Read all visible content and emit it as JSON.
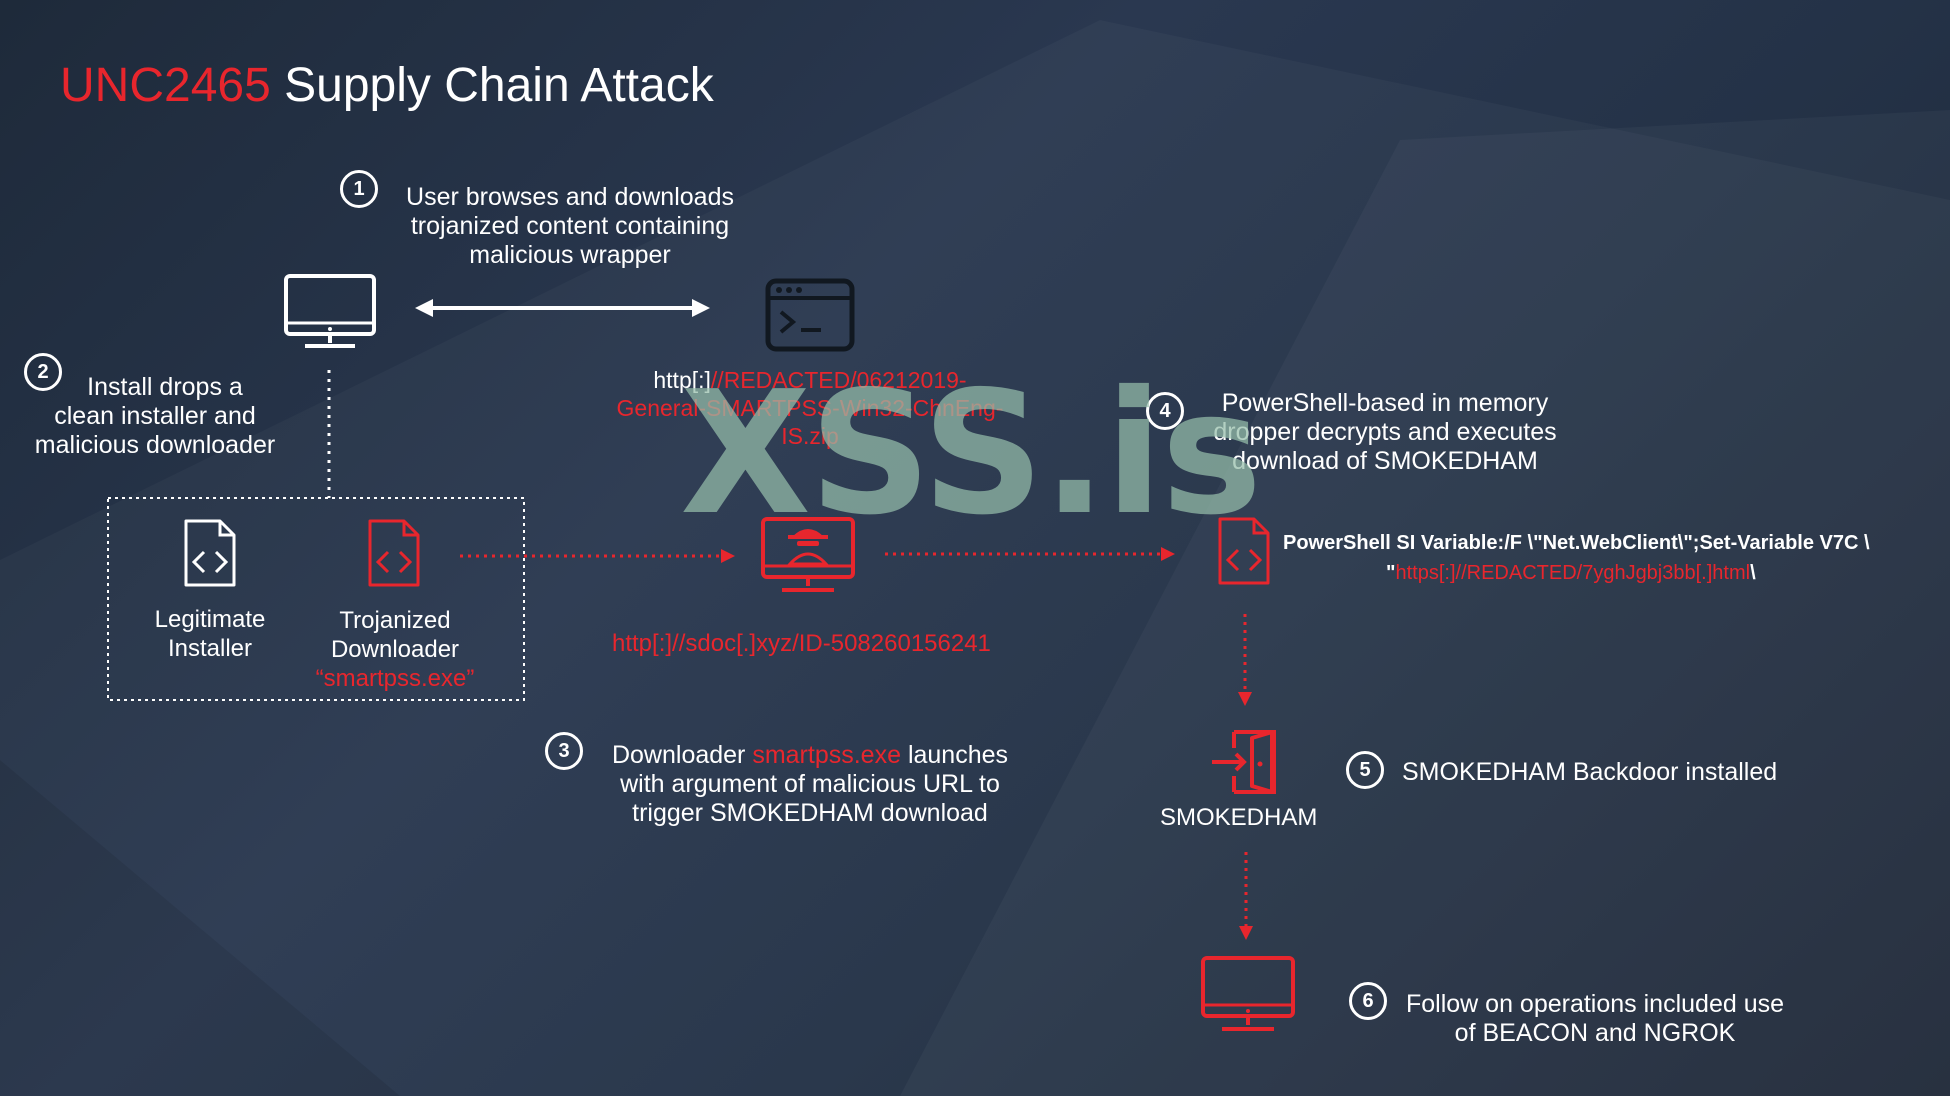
{
  "title": {
    "prefix": "UNC2465",
    "rest": " Supply Chain Attack"
  },
  "steps": [
    {
      "number": "1",
      "text_lines": [
        "User browses and downloads",
        "trojanized content containing",
        "malicious wrapper"
      ]
    },
    {
      "number": "2",
      "text_lines": [
        "Install drops a",
        "clean installer and",
        "malicious downloader"
      ]
    },
    {
      "number": "3",
      "text_lines": [
        [
          "Downloader ",
          "smartpss.exe",
          " launches"
        ],
        "with argument of malicious URL to",
        "trigger SMOKEDHAM download"
      ]
    },
    {
      "number": "4",
      "text_lines": [
        "PowerShell-based in memory",
        "dropper decrypts and executes",
        "download of SMOKEDHAM"
      ]
    },
    {
      "number": "5",
      "text": "SMOKEDHAM Backdoor installed"
    },
    {
      "number": "6",
      "text_lines": [
        "Follow on operations included use",
        "of BEACON and NGROK"
      ]
    }
  ],
  "installer_box": {
    "legit_label_lines": [
      "Legitimate",
      "Installer"
    ],
    "trojan_label_lines": [
      "Trojanized",
      "Downloader"
    ],
    "trojan_file": "“smartpss.exe”"
  },
  "download_url": {
    "white_part": "http[:]",
    "red_part_1": "//REDACTED/06212019-",
    "red_part_2": "General-SMARTPSS-Win32-ChnEng-",
    "red_part_3": "IS.zip"
  },
  "c2_url": "http[:]//sdoc[.]xyz/ID-508260156241",
  "powershell": {
    "line1": "PowerShell SI Variable:/F \\\"Net.WebClient\\\";Set-Variable V7C \\",
    "line2_prefix": "\"",
    "line2_red": "https[:]//REDACTED/7yghJgbj3bb[.]html",
    "line2_suffix": "\\"
  },
  "smokedham_label": "SMOKEDHAM",
  "watermark": "XSS.is",
  "colors": {
    "accent": "#e8262d",
    "text": "#ffffff",
    "background": "#243247"
  },
  "icons": [
    "monitor-icon",
    "terminal-window-icon",
    "code-file-icon",
    "hacker-monitor-icon",
    "door-exit-icon"
  ]
}
